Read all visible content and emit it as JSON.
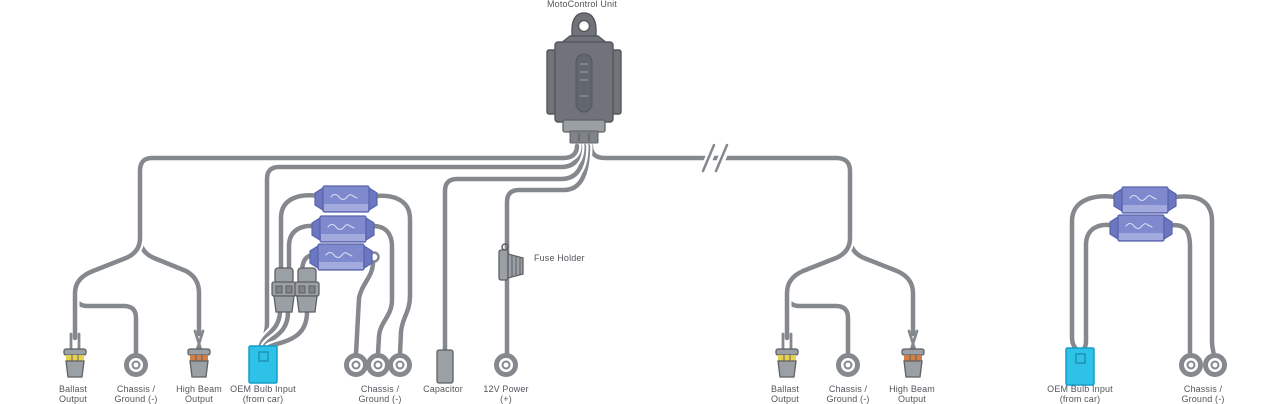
{
  "labels": {
    "title": "MotoControl Unit",
    "fuse_holder": "Fuse Holder",
    "left": {
      "ballast": "Ballast\nOutput",
      "ground": "Chassis /\nGround (-)",
      "high_beam": "High Beam\nOutput",
      "oem": "OEM Bulb Input\n(from car)"
    },
    "middle": {
      "ground": "Chassis /\nGround (-)",
      "capacitor": "Capacitor",
      "power": "12V Power\n(+)"
    },
    "right": {
      "ballast": "Ballast\nOutput",
      "ground": "Chassis /\nGround (-)",
      "high_beam": "High Beam\nOutput"
    },
    "far_right": {
      "oem": "OEM Bulb Input\n(from car)",
      "ground": "Chassis /\nGround (-)"
    }
  },
  "colors": {
    "wire": "#85898d",
    "text": "#53565b",
    "unit_body": "#70747a",
    "unit_mid": "#62666e",
    "unit_edge": "#54575c",
    "connector_fill": "#9ba0a5",
    "connector_dark": "#80848a",
    "connector_edge": "#5d6065",
    "module_fill": "#7f8ace",
    "module_band": "#a3abde",
    "module_cap": "#6b77c1",
    "module_edge": "#5a64ad",
    "cyan": "#2fc2e9",
    "cyan_edge": "#159dc7",
    "pin_yellow": "#e6d24f",
    "pin_orange": "#d07e46"
  }
}
